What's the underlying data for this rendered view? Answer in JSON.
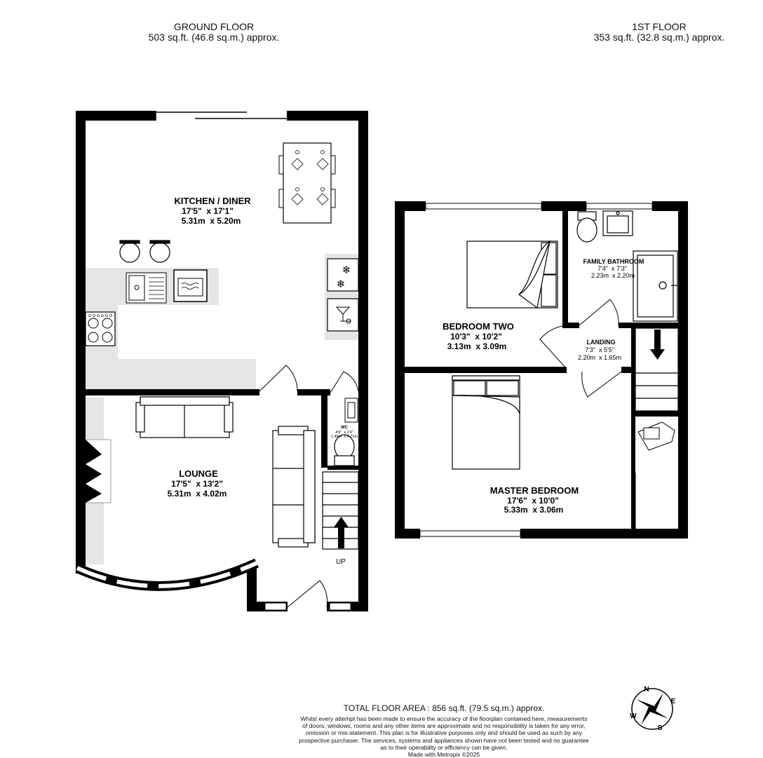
{
  "ground_floor": {
    "title": "GROUND FLOOR",
    "area": "503 sq.ft. (46.8 sq.m.) approx.",
    "rooms": {
      "kitchen": {
        "name": "KITCHEN / DINER",
        "imperial": "17'5\"  x 17'1\"",
        "metric": "5.31m  x 5.20m"
      },
      "lounge": {
        "name": "LOUNGE",
        "imperial": "17'5\"  x 13'2\"",
        "metric": "5.31m  x 4.02m"
      },
      "wc": {
        "name": "WC",
        "imperial": "4'9\"  x 2'4\"",
        "metric": "1.46m  x 0.71m"
      }
    },
    "stairs_label": "UP"
  },
  "first_floor": {
    "title": "1ST FLOOR",
    "area": "353 sq.ft. (32.8 sq.m.) approx.",
    "rooms": {
      "bedroom_two": {
        "name": "BEDROOM TWO",
        "imperial": "10'3\"  x 10'2\"",
        "metric": "3.13m  x 3.09m"
      },
      "bathroom": {
        "name": "FAMILY BATHROOM",
        "imperial": "7'4\"  x 7'3\"",
        "metric": "2.23m  x 2.20m"
      },
      "landing": {
        "name": "LANDING",
        "imperial": "7'3\"  x 5'5\"",
        "metric": "2.20m  x 1.65m"
      },
      "master": {
        "name": "MASTER BEDROOM",
        "imperial": "17'6\"  x 10'0\"",
        "metric": "5.33m  x 3.06m"
      }
    }
  },
  "compass": {
    "n": "N",
    "e": "E",
    "s": "S",
    "w": "W"
  },
  "footer": {
    "total": "TOTAL FLOOR AREA : 856 sq.ft. (79.5 sq.m.) approx.",
    "disclaimer_lines": [
      "Whilst every attempt has been made to ensure the accuracy of the floorplan contained here, measurements",
      "of doors, windows, rooms and any other items are approximate and no responsibility is taken for any error,",
      "omission or mis-statement. This plan is for illustrative purposes only and should be used as such by any",
      "prospective purchaser. The services, systems and appliances shown have not been tested and no guarantee",
      "as to their operability or efficiency can be given."
    ],
    "credit": "Made with Metropix ©2025"
  }
}
